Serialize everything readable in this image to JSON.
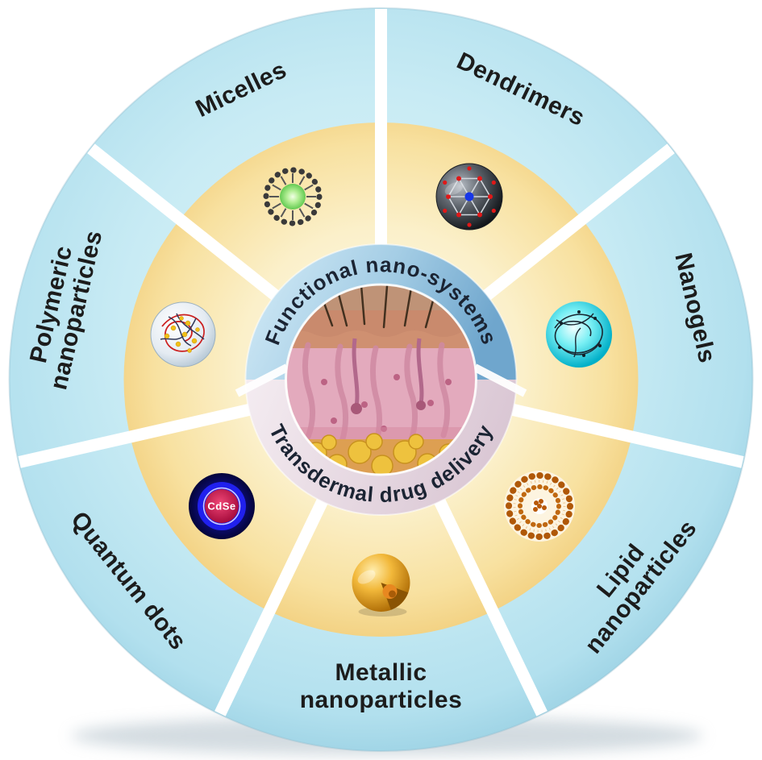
{
  "diagram": {
    "center": {
      "top_arc_text": "Functional nano-systems",
      "bottom_arc_text": "Transdermal drug delivery"
    },
    "segments": [
      {
        "id": "micelles",
        "label": "Micelles"
      },
      {
        "id": "dendrimers",
        "label": "Dendrimers"
      },
      {
        "id": "nanogels",
        "label": "Nanogels"
      },
      {
        "id": "lipid-nanoparticles",
        "label": "Lipid nanoparticles",
        "line1": "Lipid",
        "line2": "nanoparticles"
      },
      {
        "id": "metallic-nanoparticles",
        "label": "Metallic nanoparticles",
        "line1": "Metallic",
        "line2": "nanoparticles"
      },
      {
        "id": "quantum-dots",
        "label": "Quantum dots"
      },
      {
        "id": "polymeric-nanoparticles",
        "label": "Polymeric nanoparticles",
        "line1": "Polymeric",
        "line2": "nanoparticles"
      }
    ],
    "icons": {
      "quantum_dot_core_label": "CdSe",
      "icon_names": [
        "micelle-icon",
        "dendrimer-icon",
        "nanogel-icon",
        "lipid-nanoparticle-icon",
        "metallic-nanoparticle-icon",
        "quantum-dot-icon",
        "polymeric-nanoparticle-icon"
      ]
    },
    "colors": {
      "outer_ring_blue": "#b9e2ef",
      "inner_disc_yellow": "#f7dfa4",
      "ring_top_blue": "#8fc0dc",
      "ring_bottom_pink": "#e9dce4",
      "label_text": "#1c1c1c",
      "center_text": "#1b2433",
      "background": "#ffffff"
    }
  }
}
